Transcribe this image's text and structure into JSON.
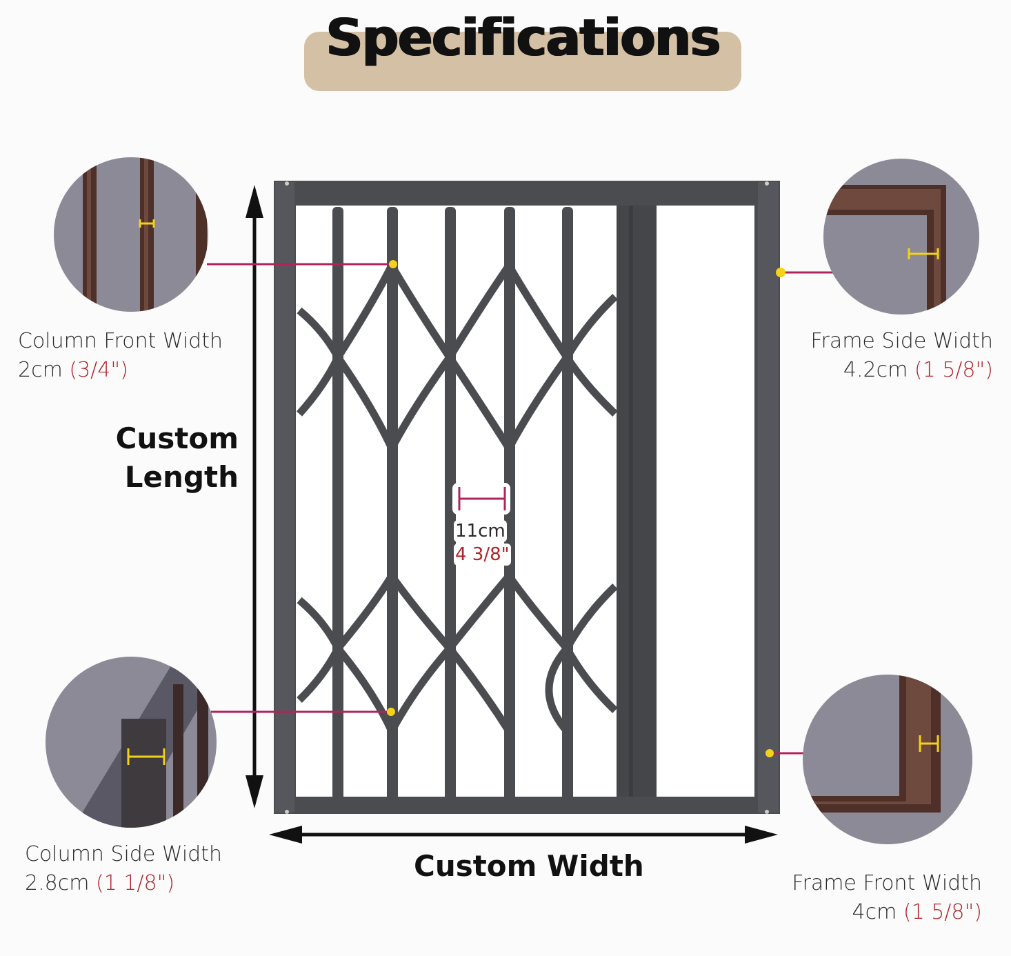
{
  "title": "Specifications",
  "length_label": [
    "Custom",
    "Length"
  ],
  "width_label": "Custom Width",
  "callouts": {
    "column_front": {
      "name": "Column Front Width",
      "metric": "2cm",
      "imperial": "(3/4\")"
    },
    "frame_side": {
      "name": "Frame Side Width",
      "metric": "4.2cm",
      "imperial": "(1 5/8\")"
    },
    "column_side": {
      "name": "Column Side Width",
      "metric": "2.8cm",
      "imperial": "(1 1/8\")"
    },
    "frame_front": {
      "name": "Frame Front Width",
      "metric": "4cm",
      "imperial": "(1 5/8\")"
    }
  },
  "gap": {
    "metric": "11cm",
    "imperial": "4 3/8\""
  },
  "colors": {
    "title_bg": "#d4c0a4",
    "frame": "#4a4c50",
    "leader": "#b0245a",
    "marker": "#f2d21a",
    "imperial_text": "#b0232a",
    "detail_bg": "#8d8a98",
    "detail_metal": "#4e3028"
  }
}
